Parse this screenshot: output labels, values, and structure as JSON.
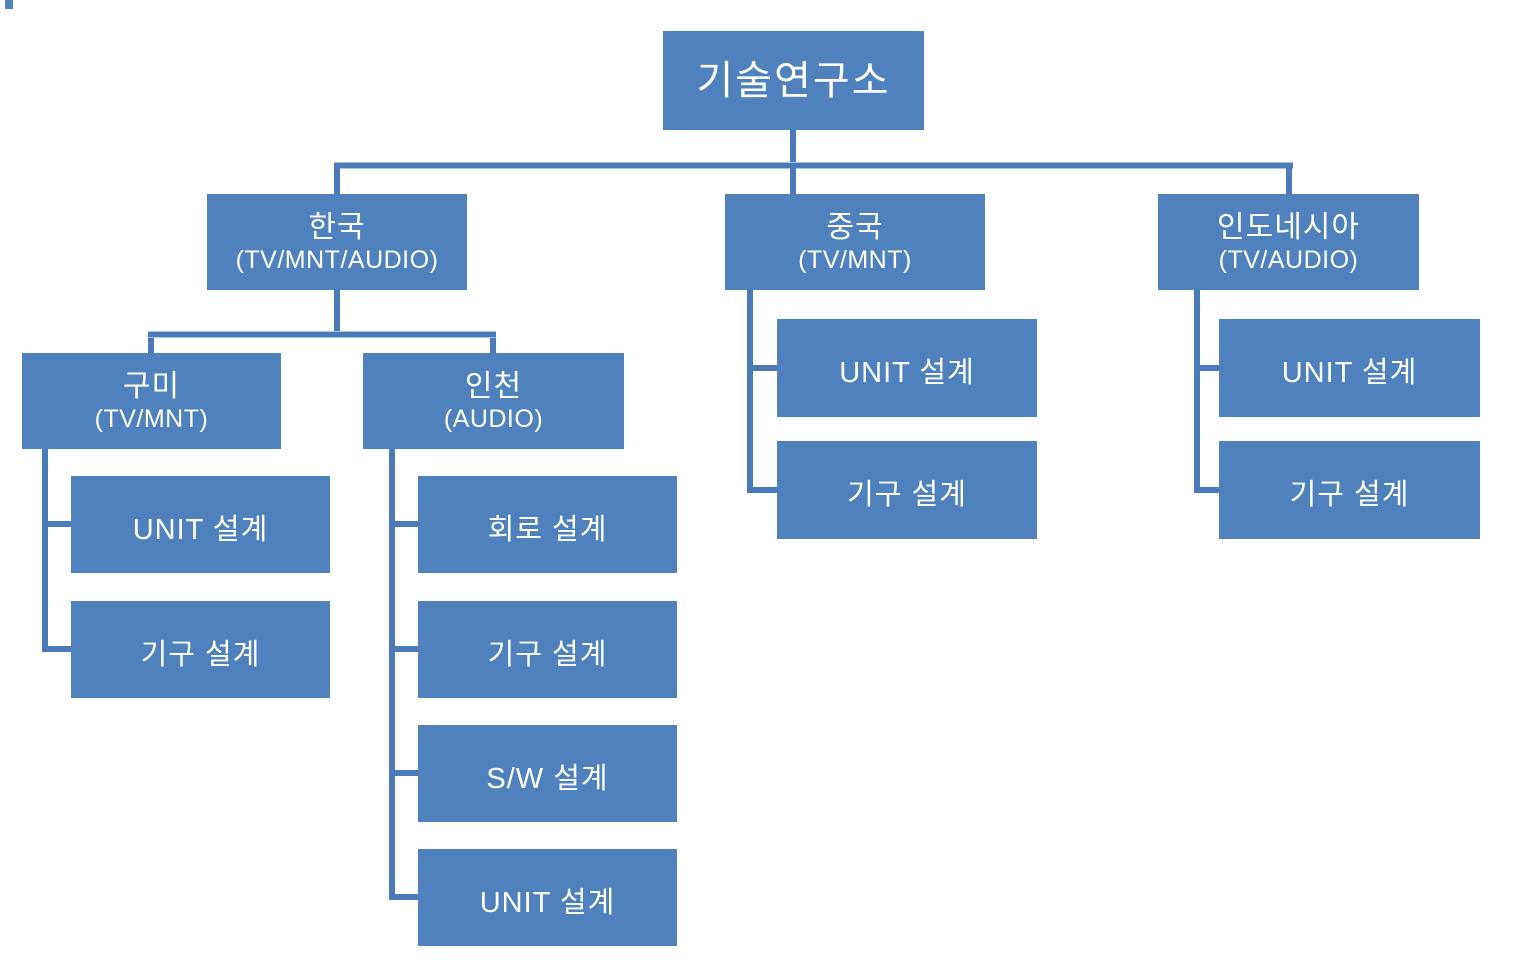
{
  "colors": {
    "box_fill": "#4f81bd",
    "box_text": "#ffffff",
    "connector": "#4a7ab8",
    "connector_highlight": "#a9c2dd"
  },
  "chart": {
    "type": "org-chart",
    "root": {
      "title": "기술연구소"
    },
    "regions": [
      {
        "title": "한국",
        "subtitle": "(TV/MNT/AUDIO)"
      },
      {
        "title": "중국",
        "subtitle": "(TV/MNT)"
      },
      {
        "title": "인도네시아",
        "subtitle": "(TV/AUDIO)"
      }
    ],
    "sites": [
      {
        "title": "구미",
        "subtitle": "(TV/MNT)"
      },
      {
        "title": "인천",
        "subtitle": "(AUDIO)"
      }
    ],
    "teams": {
      "gumi": [
        "UNIT 설계",
        "기구 설계"
      ],
      "incheon": [
        "회로 설계",
        "기구 설계",
        "S/W 설계",
        "UNIT 설계"
      ],
      "china": [
        "UNIT 설계",
        "기구 설계"
      ],
      "indonesia": [
        "UNIT 설계",
        "기구 설계"
      ]
    }
  }
}
